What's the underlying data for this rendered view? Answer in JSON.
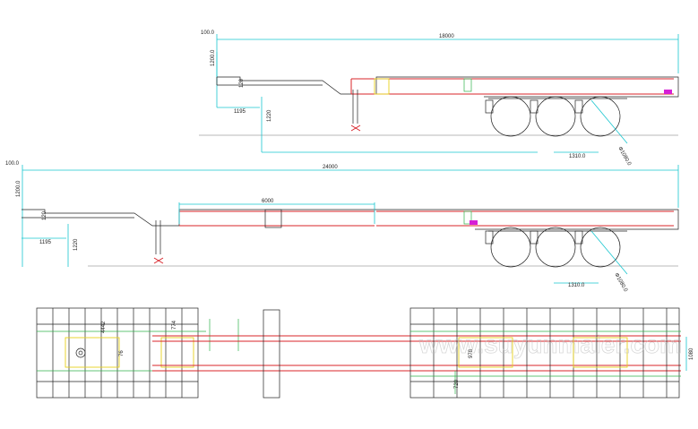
{
  "side_view_1": {
    "dim_total": "18000",
    "dim_height_top": "100.0",
    "dim_gooseneck": "1200.0",
    "dim_front": "1195",
    "dim_leg": "1220",
    "dim_axle": "1310.0",
    "dim_wheel": "Φ1080.0",
    "dim_small": "120"
  },
  "side_view_2": {
    "dim_total": "24000",
    "dim_height_top": "100.0",
    "dim_gooseneck": "1200.0",
    "dim_front": "1195",
    "dim_leg": "1220",
    "dim_extension": "6000",
    "dim_axle": "1310.0",
    "dim_wheel": "Φ1080.0",
    "dim_small": "120"
  },
  "top_view": {
    "dim_width": "4442",
    "dim_beam": "774",
    "dim_inner": "978",
    "dim_right": "1080",
    "dim_bottom": "720",
    "dim_left_mark": "76"
  },
  "watermark": {
    "text": "www.suyunmaler.com"
  },
  "colors": {
    "dimension": "#19c6cf",
    "frame": "#d8242a",
    "outline": "#222222",
    "highlight_green": "#2fb34a",
    "highlight_yellow": "#e6d21c",
    "marker_magenta": "#d61fd6"
  }
}
